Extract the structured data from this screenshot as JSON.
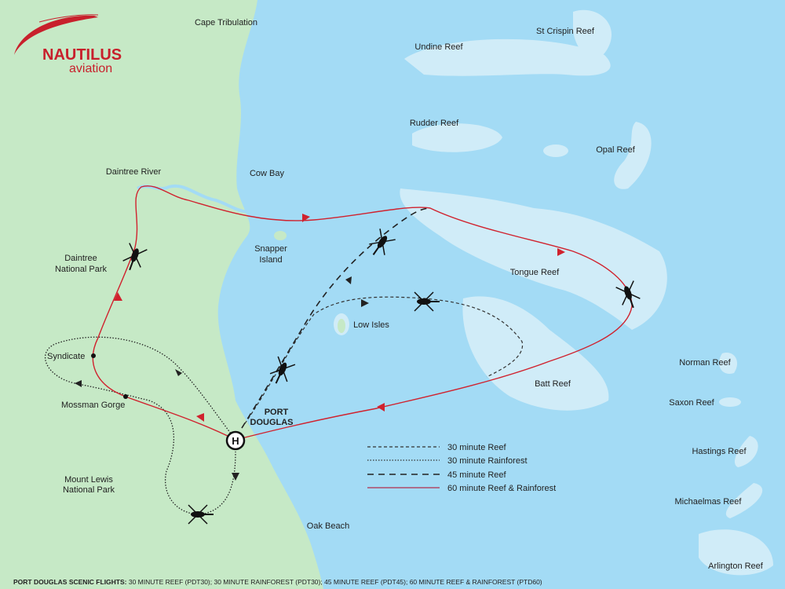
{
  "logo": {
    "brand": "NAUTILUS",
    "sub": "aviation"
  },
  "colors": {
    "land": "#c6e9c6",
    "sea": "#a3dbf5",
    "reef": "#d0ecf8",
    "route60": "#d0222e",
    "brand": "#c8202c"
  },
  "places": {
    "cape_tribulation": "Cape Tribulation",
    "daintree_river": "Daintree River",
    "cow_bay": "Cow Bay",
    "snapper_island_1": "Snapper",
    "snapper_island_2": "Island",
    "daintree_np_1": "Daintree",
    "daintree_np_2": "National Park",
    "syndicate": "Syndicate",
    "mossman_gorge": "Mossman Gorge",
    "mount_lewis_1": "Mount Lewis",
    "mount_lewis_2": "National Park",
    "port_douglas_1": "PORT",
    "port_douglas_2": "DOUGLAS",
    "oak_beach": "Oak Beach",
    "low_isles": "Low Isles",
    "heliport": "H"
  },
  "reefs": {
    "undine": "Undine Reef",
    "st_crispin": "St Crispin Reef",
    "rudder": "Rudder Reef",
    "opal": "Opal Reef",
    "tongue": "Tongue Reef",
    "batt": "Batt Reef",
    "norman": "Norman Reef",
    "saxon": "Saxon Reef",
    "hastings": "Hastings Reef",
    "michaelmas": "Michaelmas Reef",
    "arlington": "Arlington Reef"
  },
  "legend": [
    {
      "label": "30 minute Reef"
    },
    {
      "label": "30 minute Rainforest"
    },
    {
      "label": "45 minute Reef"
    },
    {
      "label": "60 minute Reef & Rainforest"
    }
  ],
  "footer": {
    "bold": "PORT DOUGLAS SCENIC FLIGHTS:",
    "text": " 30 MINUTE REEF (PDT30); 30 MINUTE RAINFOREST (PDT30); 45 MINUTE REEF (PDT45); 60 MINUTE REEF & RAINFOREST (PTD60)"
  }
}
